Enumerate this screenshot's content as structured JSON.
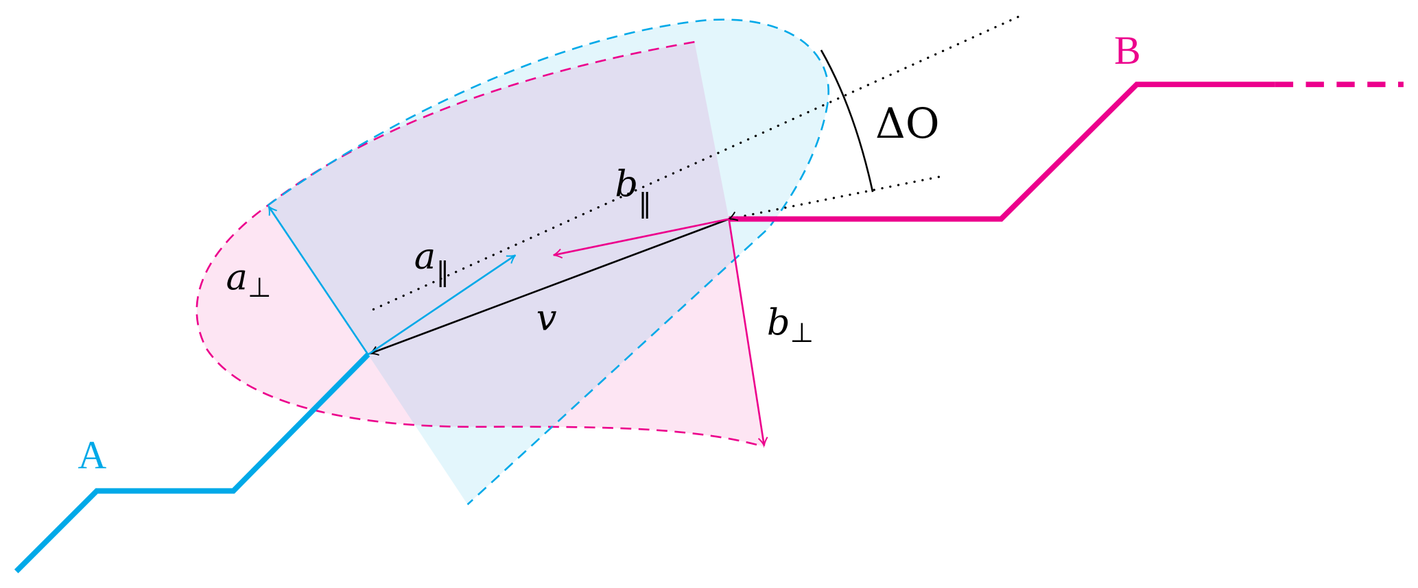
{
  "colors": {
    "blue": "#00a9e8",
    "pink": "#ec008c",
    "blue_fill": "#e3f4fb",
    "pink_fill": "#fce4f1",
    "overlap_fill": "#e6dff2"
  },
  "labels": {
    "A": "A",
    "B": "B",
    "delta_o": "ΔO",
    "v": "v",
    "a_par": "a",
    "a_par_sub": "∥",
    "a_perp": "a",
    "a_perp_sub": "⊥",
    "b_par": "b",
    "b_par_sub": "∥",
    "b_perp": "b",
    "b_perp_sub": "⊥"
  }
}
